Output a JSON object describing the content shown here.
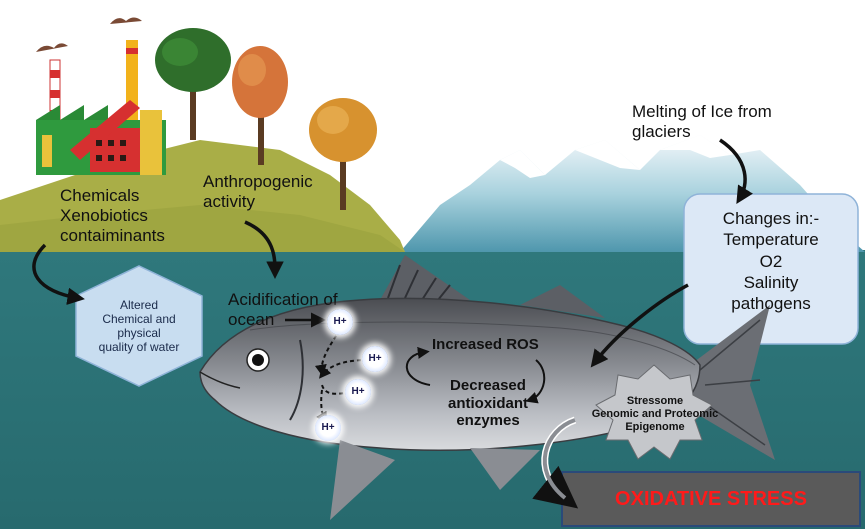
{
  "labels": {
    "chemicals": "Chemicals",
    "xenobiotics": "Xenobiotics",
    "contaminants": "contaiminants",
    "anthropogenic_1": "Anthropogenic",
    "anthropogenic_2": "activity",
    "melting_1": "Melting of Ice from",
    "melting_2": "glaciers",
    "changes_title": "Changes in:-",
    "changes_items": [
      "Temperature",
      "O2",
      "Salinity",
      "pathogens"
    ],
    "water_box": [
      "Altered",
      "Chemical and",
      "physical",
      "quality of water"
    ],
    "acid_1": "Acidification of",
    "acid_2": "ocean",
    "increased_ros": "Increased ROS",
    "decreased": [
      "Decreased",
      "antioxidant",
      "enzymes"
    ],
    "stressome": [
      "Stressome",
      "Genomic and Proteomic",
      "Epigenome"
    ],
    "oxidative": "OXIDATIVE STRESS",
    "ion": "H+"
  },
  "colors": {
    "ocean": "#2e7478",
    "hill": "#a9ae47",
    "oxidative_text": "#ff1a1a",
    "oxidative_box": "#5a5a5a",
    "changes_box": "#dce8f6",
    "water_box": "#c8ddf0"
  }
}
